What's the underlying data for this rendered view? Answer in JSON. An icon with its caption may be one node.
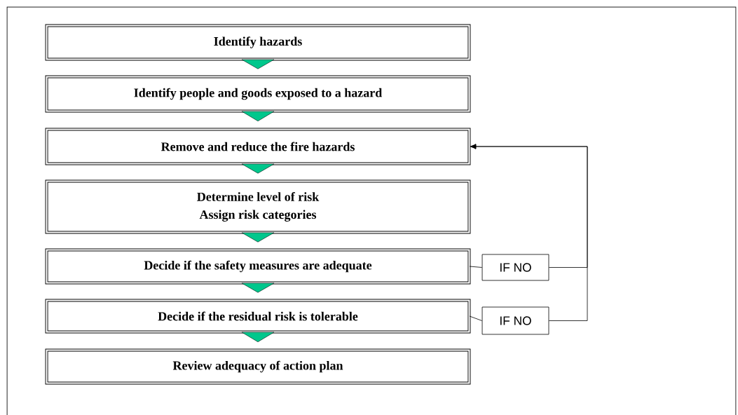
{
  "diagram": {
    "nodes": [
      {
        "text": [
          "Identify hazards"
        ]
      },
      {
        "text": [
          "Identify people and goods exposed to a hazard"
        ]
      },
      {
        "text": [
          "Remove and reduce the fire hazards"
        ]
      },
      {
        "text": [
          "Determine level of risk",
          "Assign risk categories"
        ]
      },
      {
        "text": [
          "Decide if the safety measures are adequate"
        ]
      },
      {
        "text": [
          "Decide if the residual risk is tolerable"
        ]
      },
      {
        "text": [
          "Review adequacy of action plan"
        ]
      },
      {
        "text": [
          "IF NO"
        ]
      },
      {
        "text": [
          "IF NO"
        ]
      }
    ],
    "edges": [
      {
        "from": 0,
        "to": 1,
        "arrow": "to",
        "color": "#00c78c"
      },
      {
        "from": 1,
        "to": 2,
        "arrow": "to",
        "color": "#00c78c"
      },
      {
        "from": 2,
        "to": 3,
        "arrow": "to",
        "color": "#00c78c"
      },
      {
        "from": 3,
        "to": 4,
        "arrow": "to",
        "color": "#00c78c"
      },
      {
        "from": 4,
        "to": 5,
        "arrow": "to",
        "color": "#00c78c"
      },
      {
        "from": 5,
        "to": 6,
        "arrow": "to",
        "color": "#00c78c"
      },
      {
        "from": 4,
        "to": 7,
        "arrow": "none"
      },
      {
        "from": 5,
        "to": 8,
        "arrow": "none"
      },
      {
        "from": 7,
        "to": 2,
        "arrow": "to"
      },
      {
        "from": 8,
        "to": 2,
        "arrow": "to"
      }
    ]
  }
}
